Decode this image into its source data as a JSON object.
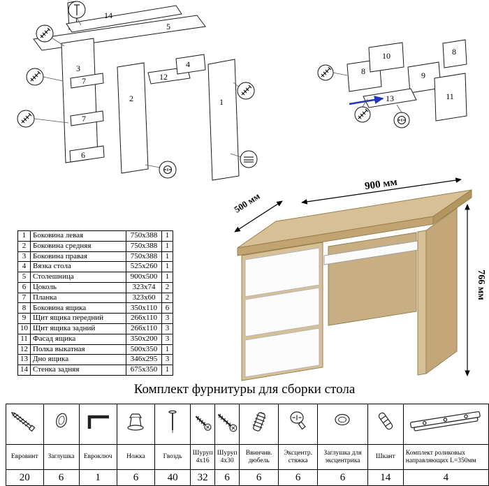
{
  "title": "Комплект фурнитуры для сборки стола",
  "dimensions": {
    "width": "900 мм",
    "depth": "500 мм",
    "height": "766 мм"
  },
  "diagram_left": {
    "labels": [
      "14",
      "5",
      "3",
      "7",
      "7",
      "6",
      "2",
      "12",
      "4",
      "1"
    ]
  },
  "diagram_right": {
    "labels": [
      "8",
      "10",
      "9",
      "8",
      "11",
      "13"
    ]
  },
  "parts_table": {
    "rows": [
      {
        "num": "1",
        "name": "Боковина левая",
        "size": "750x388",
        "qty": "1"
      },
      {
        "num": "2",
        "name": "Боковина средняя",
        "size": "750x388",
        "qty": "1"
      },
      {
        "num": "3",
        "name": "Боковина правая",
        "size": "750x388",
        "qty": "1"
      },
      {
        "num": "4",
        "name": "Вязка стола",
        "size": "525x260",
        "qty": "1"
      },
      {
        "num": "5",
        "name": "Столешница",
        "size": "900x500",
        "qty": "1"
      },
      {
        "num": "6",
        "name": "Цоколь",
        "size": "323x74",
        "qty": "2"
      },
      {
        "num": "7",
        "name": "Планка",
        "size": "323x60",
        "qty": "2"
      },
      {
        "num": "8",
        "name": "Боковина ящика",
        "size": "350x110",
        "qty": "6"
      },
      {
        "num": "9",
        "name": "Щит ящика передний",
        "size": "266x110",
        "qty": "3"
      },
      {
        "num": "10",
        "name": "Щит ящика задний",
        "size": "266x110",
        "qty": "3"
      },
      {
        "num": "11",
        "name": "Фасад ящика",
        "size": "350x200",
        "qty": "3"
      },
      {
        "num": "12",
        "name": "Полка выкатная",
        "size": "500x350",
        "qty": "1"
      },
      {
        "num": "13",
        "name": "Дно ящика",
        "size": "346x295",
        "qty": "3"
      },
      {
        "num": "14",
        "name": "Стенка задняя",
        "size": "675x350",
        "qty": "1"
      }
    ]
  },
  "hardware_table": {
    "items": [
      {
        "name": "Евровинт",
        "qty": "20",
        "icon": "euro-screw"
      },
      {
        "name": "Заглушка",
        "qty": "6",
        "icon": "cap"
      },
      {
        "name": "Евроключ",
        "qty": "1",
        "icon": "hex-key"
      },
      {
        "name": "Ножка",
        "qty": "6",
        "icon": "leg"
      },
      {
        "name": "Гвоздь",
        "qty": "40",
        "icon": "nail"
      },
      {
        "name": "Шуруп 4х16",
        "qty": "32",
        "icon": "screw-small"
      },
      {
        "name": "Шуруп 4х30",
        "qty": "6",
        "icon": "screw-large"
      },
      {
        "name": "Ввинчив. дюбель",
        "qty": "6",
        "icon": "screw-dowel"
      },
      {
        "name": "Эксцентр. стяжка",
        "qty": "6",
        "icon": "cam-lock"
      },
      {
        "name": "Заглушка для эксцентрика",
        "qty": "6",
        "icon": "cam-cap"
      },
      {
        "name": "Шкант",
        "qty": "14",
        "icon": "wood-dowel"
      },
      {
        "name": "Комплект роликовых направляющих L=350мм",
        "qty": "4",
        "icon": "drawer-slide"
      }
    ]
  }
}
